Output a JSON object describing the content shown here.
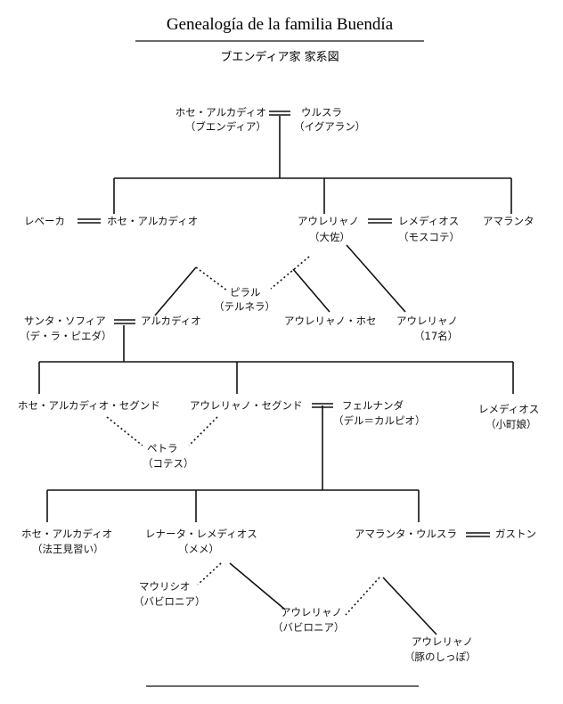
{
  "title": "Genealogía de la familia Buendía",
  "subtitle": "ブエンディア家 家系図",
  "people": {
    "jose_arcadio_founder": {
      "name": "ホセ・アルカディオ",
      "note": "（ブエンディア）"
    },
    "ursula": {
      "name": "ウルスラ",
      "note": "（イグアラン）"
    },
    "rebeca": {
      "name": "レベーカ"
    },
    "jose_arcadio_2": {
      "name": "ホセ・アルカディオ"
    },
    "aureliano_colonel": {
      "name": "アウレリャノ",
      "note": "（大佐）"
    },
    "remedios_moscote": {
      "name": "レメディオス",
      "note": "（モスコテ）"
    },
    "amaranta": {
      "name": "アマランタ"
    },
    "pilar": {
      "name": "ピラル",
      "note": "（テルネラ）"
    },
    "santa_sofia": {
      "name": "サンタ・ソフィア",
      "note": "（デ・ラ・ピエダ）"
    },
    "arcadio": {
      "name": "アルカディオ"
    },
    "aureliano_jose": {
      "name": "アウレリャノ・ホセ"
    },
    "aureliano_17": {
      "name": "アウレリャノ",
      "note": "（17名）"
    },
    "jose_arcadio_segundo": {
      "name": "ホセ・アルカディオ・セグンド"
    },
    "aureliano_segundo": {
      "name": "アウレリャノ・セグンド"
    },
    "fernanda": {
      "name": "フェルナンダ",
      "note": "（デル＝カルピオ）"
    },
    "remedios_beauty": {
      "name": "レメディオス",
      "note": "（小町娘）"
    },
    "petra": {
      "name": "ペトラ",
      "note": "（コテス）"
    },
    "jose_arcadio_3": {
      "name": "ホセ・アルカディオ",
      "note": "（法王見習い）"
    },
    "renata_remedios": {
      "name": "レナータ・レメディオス",
      "note": "（メメ）"
    },
    "amaranta_ursula": {
      "name": "アマランタ・ウルスラ"
    },
    "gaston": {
      "name": "ガストン"
    },
    "mauricio": {
      "name": "マウリシオ",
      "note": "（バビロニア）"
    },
    "aureliano_babilonia": {
      "name": "アウレリャノ",
      "note": "（バビロニア）"
    },
    "aureliano_pigtail": {
      "name": "アウレリャノ",
      "note": "（豚のしっぽ）"
    }
  }
}
